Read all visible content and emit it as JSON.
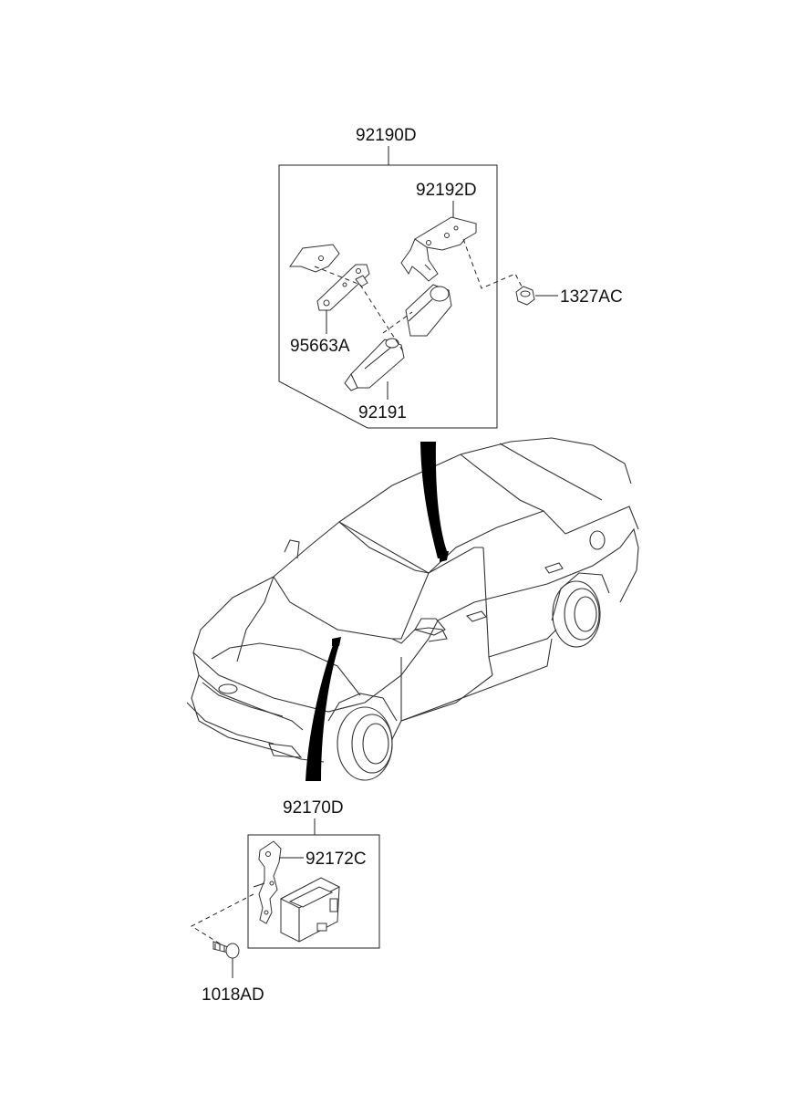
{
  "labels": {
    "assembly_upper": "92190D",
    "bracket_upper": "92192D",
    "nut": "1327AC",
    "clip": "95663A",
    "unit_upper": "92191",
    "assembly_lower": "92170D",
    "bracket_lower": "92172C",
    "bolt": "1018AD"
  }
}
